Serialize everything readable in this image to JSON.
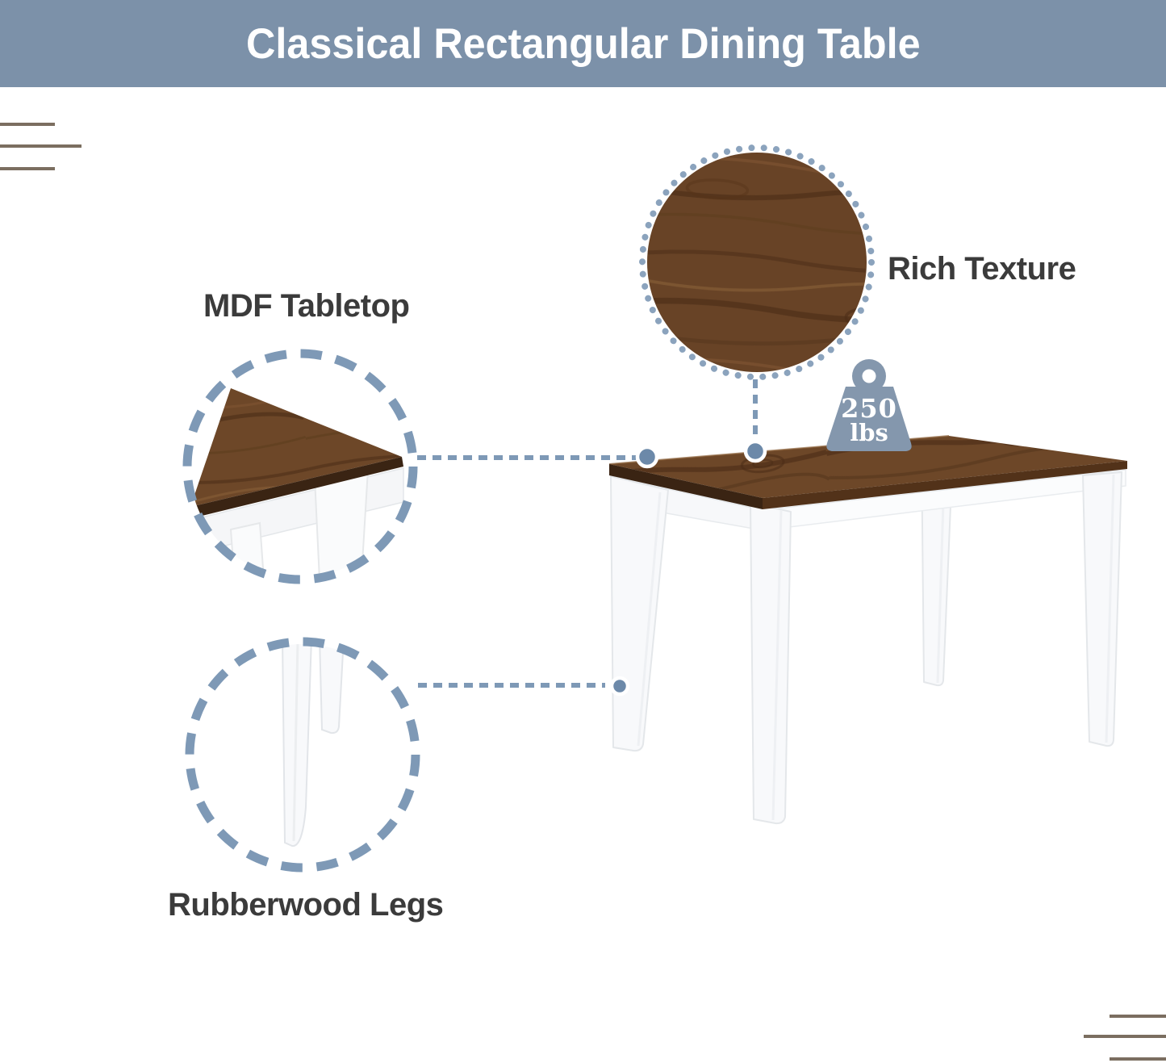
{
  "banner": {
    "title": "Classical Rectangular Dining Table",
    "background": "#7c91a9",
    "text_color": "#ffffff"
  },
  "callouts": {
    "mdf": {
      "label": "MDF Tabletop"
    },
    "texture": {
      "label": "Rich Texture"
    },
    "legs": {
      "label": "Rubberwood Legs"
    }
  },
  "weight_capacity": {
    "value": "250",
    "unit": "lbs"
  },
  "colors": {
    "callout_blue": "#7e99b6",
    "connector_dot_blue": "#6c89a9",
    "texture_ring_blue": "#8ba3bd",
    "weight_icon_blue": "#8497ad",
    "wood_brown": "#6d4728",
    "wood_edge_dark": "#3a2413",
    "table_white": "#f8f9fb",
    "decorative_line_brown": "#7b6e60",
    "label_text_gray": "#3b3b3b"
  }
}
